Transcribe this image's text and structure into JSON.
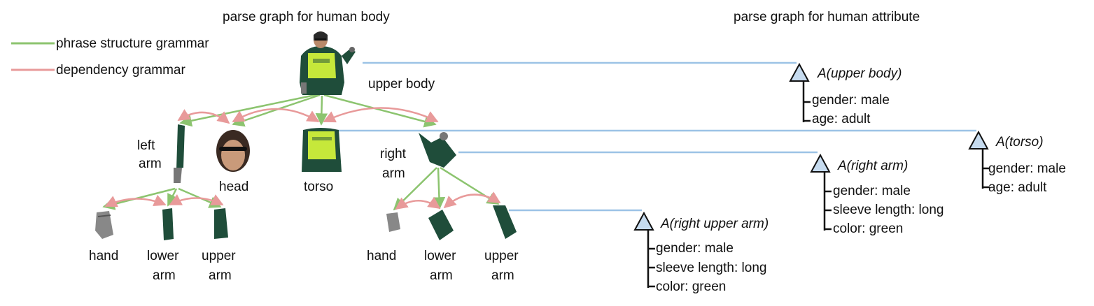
{
  "titles": {
    "body": "parse graph for human body",
    "attribute": "parse graph for human attribute"
  },
  "legend": {
    "phrase": "phrase structure grammar",
    "dependency": "dependency grammar",
    "phrase_color": "#8cc46f",
    "dependency_color": "#e89a9a"
  },
  "colors": {
    "link": "#9cc3e6",
    "triangle_fill": "#c6dbef",
    "jacket": "#1f4d3a",
    "vest": "#c6e83a",
    "skin": "#b98a6a"
  },
  "nodes": {
    "upper_body": "upper body",
    "left_arm_line1": "left",
    "left_arm_line2": "arm",
    "head": "head",
    "torso": "torso",
    "right_arm_line1": "right",
    "right_arm_line2": "arm",
    "l_hand": "hand",
    "l_lower_line1": "lower",
    "l_lower_line2": "arm",
    "l_upper_line1": "upper",
    "l_upper_line2": "arm",
    "r_hand": "hand",
    "r_lower_line1": "lower",
    "r_lower_line2": "arm",
    "r_upper_line1": "upper",
    "r_upper_line2": "arm"
  },
  "attributes": {
    "upper_body": {
      "title": "A(upper body)",
      "items": [
        "gender: male",
        "age: adult"
      ]
    },
    "torso": {
      "title": "A(torso)",
      "items": [
        "gender: male",
        "age: adult"
      ]
    },
    "right_arm": {
      "title": "A(right arm)",
      "items": [
        "gender: male",
        "sleeve length: long",
        "color: green"
      ]
    },
    "right_upper_arm": {
      "title": "A(right upper arm)",
      "items": [
        "gender: male",
        "sleeve length: long",
        "color: green"
      ]
    }
  }
}
